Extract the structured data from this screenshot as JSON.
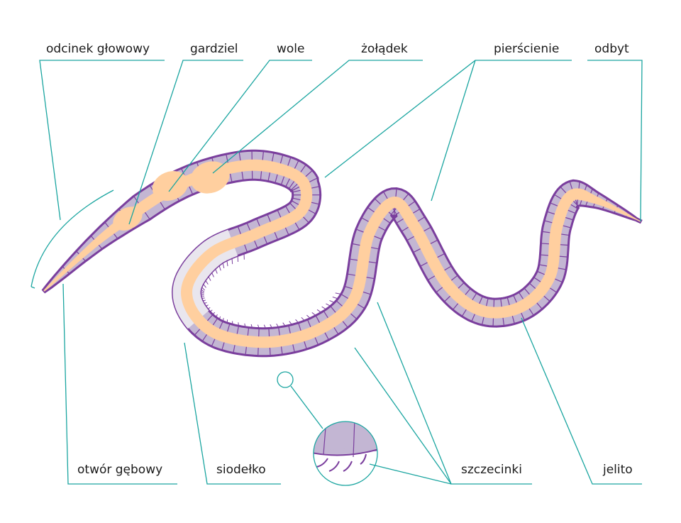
{
  "labels": {
    "head_segment": "odcinek głowowy",
    "pharynx": "gardziel",
    "crop": "wole",
    "gizzard": "żołądek",
    "segments": "pierścienie",
    "anus": "odbyt",
    "mouth": "otwór gębowy",
    "clitellum": "siodełko",
    "setae": "szczecinki",
    "intestine": "jelito"
  },
  "colors": {
    "body_fill": "#c3b6d3",
    "body_outline": "#7a3e9d",
    "gut_fill": "#ffcf9f",
    "clitellum_fill": "#e9e6ee",
    "leader_line": "#1aa5a0",
    "segment_line": "#7a3e9d"
  }
}
